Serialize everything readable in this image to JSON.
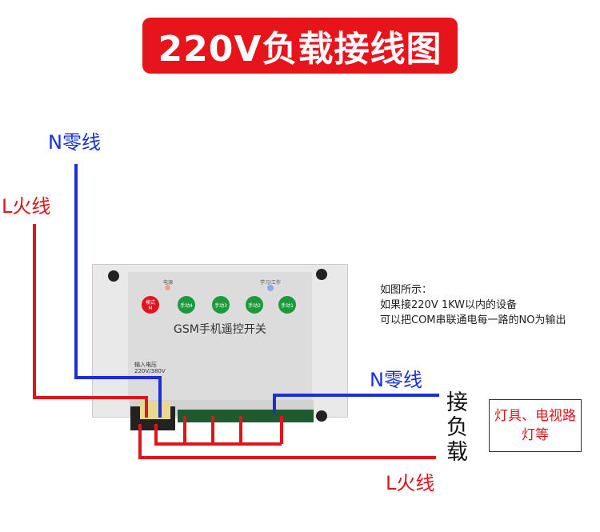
{
  "title": "220V负载接线图",
  "wires": {
    "n_top": "N零线",
    "l_top": "L火线",
    "n_right": "N零线",
    "l_bottom": "L火线"
  },
  "device": {
    "name": "GSM手机遥控开关",
    "power_led": "电源",
    "mode_led": "学习/工作",
    "mode_button": "模式\nM",
    "manual_buttons": [
      "手动4",
      "手动3",
      "手动2",
      "手动1"
    ],
    "input_voltage": "输入电压",
    "input_range": "220V/380V"
  },
  "note": [
    "如图所示：",
    "如果接220V 1KW以内的设备",
    "可以把COM串联通电每一路的NO为输出"
  ],
  "load_label": "接负载",
  "load_box": "灯具、电视路灯等",
  "colors": {
    "title_bg": "#e8141b",
    "neutral": "#1a2fd6",
    "live": "#e0141b"
  }
}
